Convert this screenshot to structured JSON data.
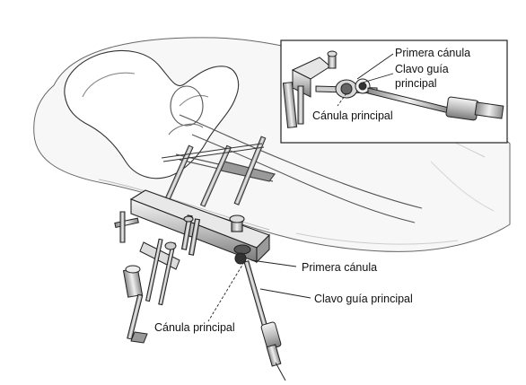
{
  "labels": {
    "inset_primera_canula": "Primera cánula",
    "inset_clavo_guia_line1": "Clavo guía",
    "inset_clavo_guia_line2": "principal",
    "inset_canula_principal": "Cánula principal",
    "main_primera_canula": "Primera cánula",
    "main_clavo_guia": "Clavo guía principal",
    "main_canula_principal": "Cánula principal"
  }
}
